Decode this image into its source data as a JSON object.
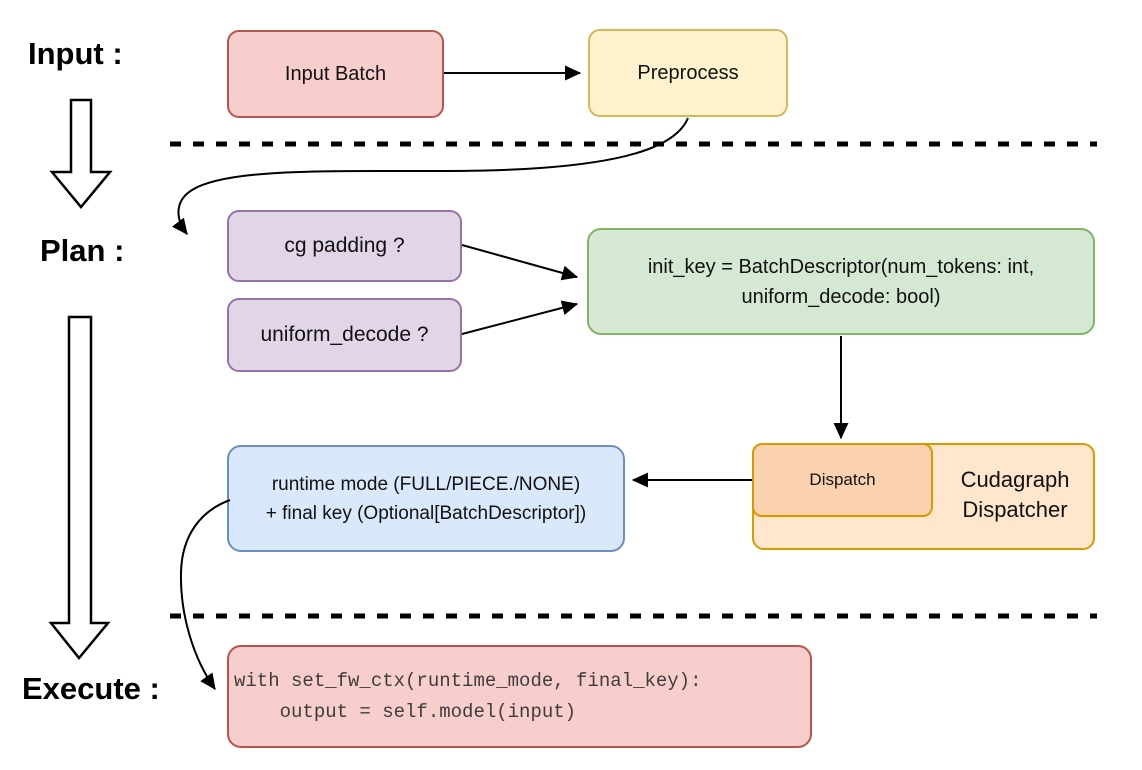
{
  "labels": {
    "input": "Input :",
    "plan": "Plan :",
    "execute": "Execute :"
  },
  "nodes": {
    "input_batch": {
      "label": "Input Batch",
      "fill": "#f8cecc",
      "stroke": "#b85450"
    },
    "preprocess": {
      "label": "Preprocess",
      "fill": "#fff2cc",
      "stroke": "#d6b656"
    },
    "cg_padding": {
      "label": "cg padding ?",
      "fill": "#e1d5e7",
      "stroke": "#9673a6"
    },
    "uniform_decode": {
      "label": "uniform_decode ?",
      "fill": "#e1d5e7",
      "stroke": "#9673a6"
    },
    "init_key": {
      "line1": "init_key = BatchDescriptor(num_tokens: int,",
      "line2": "uniform_decode: bool)",
      "fill": "#d5e8d4",
      "stroke": "#82b366"
    },
    "dispatch": {
      "label": "Dispatch",
      "fill": "#fad2b0",
      "stroke": "#d79b00"
    },
    "cudagraph_dispatcher": {
      "line1": "Cudagraph",
      "line2": "Dispatcher",
      "fill": "#ffe6cc",
      "stroke": "#d79b00"
    },
    "runtime_mode": {
      "line1": "runtime mode (FULL/PIECE./NONE)",
      "line2": "+ final key (Optional[BatchDescriptor])",
      "fill": "#dae8fc",
      "stroke": "#6c8ebf"
    },
    "execute_code": {
      "line1": "with set_fw_ctx(runtime_mode, final_key):",
      "line2": "    output = self.model(input)",
      "fill": "#f8cecc",
      "stroke": "#b85450"
    }
  }
}
